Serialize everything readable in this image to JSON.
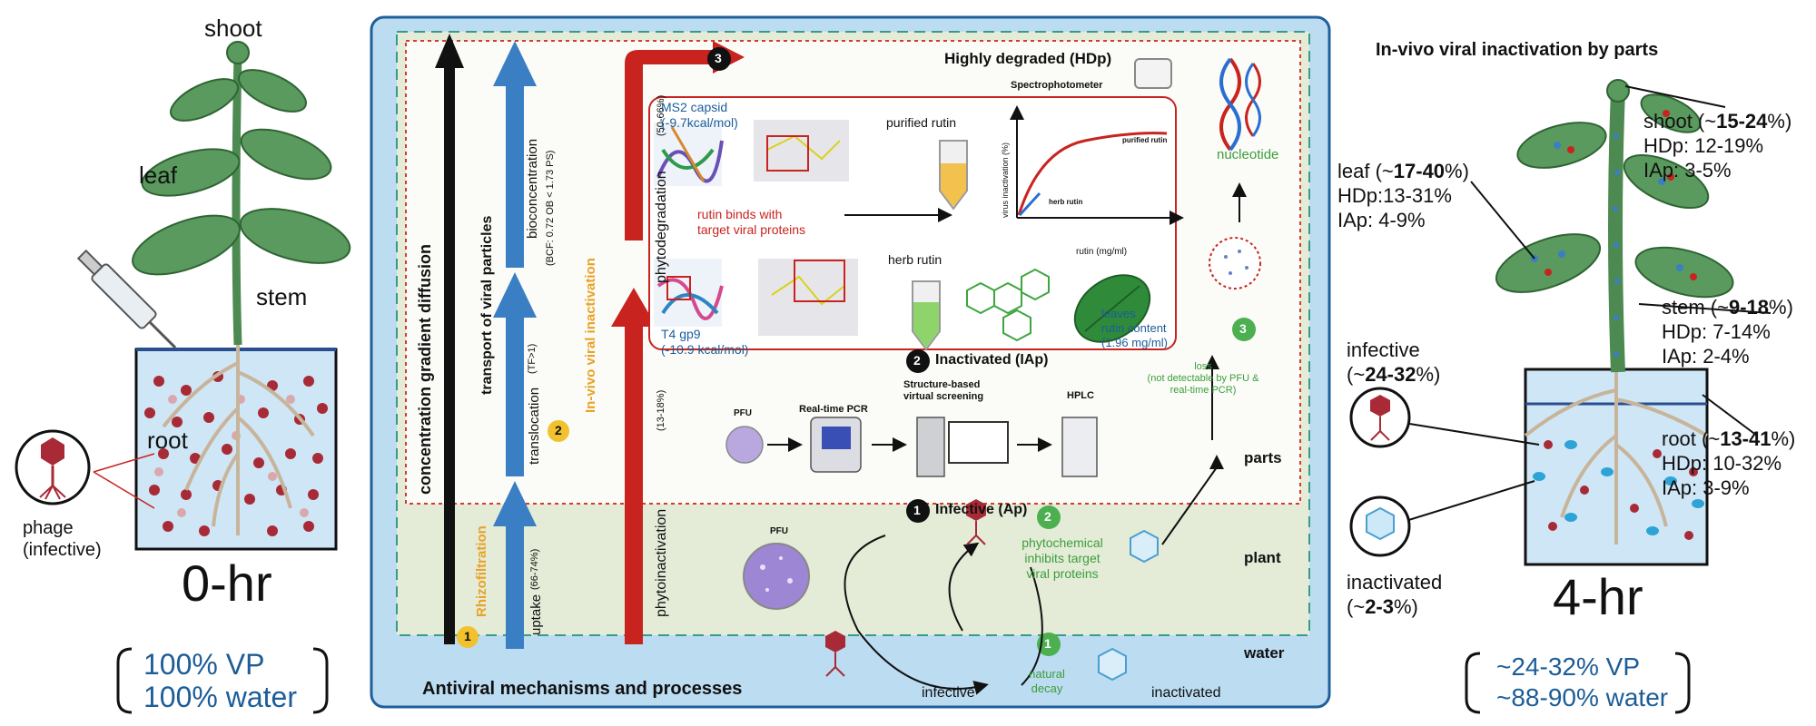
{
  "left_panel": {
    "labels": {
      "shoot": "shoot",
      "leaf": "leaf",
      "stem": "stem",
      "root": "root"
    },
    "phage_label": [
      "phage",
      "(infective)"
    ],
    "time": "0-hr",
    "vp_line1": "100% VP",
    "vp_line2": "100% water"
  },
  "center": {
    "title": "Antiviral mechanisms and processes",
    "zones": {
      "parts": "parts",
      "plant": "plant",
      "water": "water"
    },
    "arrows": {
      "concentration": "concentration gradient diffusion",
      "transport": "transport of viral particles",
      "bioconcentration": "bioconcentration",
      "bcf": "(BCF: 0.72 OB < 1.73 PS)",
      "translocation": "translocation",
      "tf": "(TF>1)",
      "uptake": "uptake",
      "uptake_pct": "(66-74%)",
      "rhizofiltration": "Rhizofiltration",
      "in_vivo": "In-vivo viral inactivation",
      "phytodegradation": "phytodegradation",
      "phytodeg_pct": "(50-66%)",
      "phytoinactivation": "phytoinactivation",
      "phytoinact_pct": "(13-18%)"
    },
    "badges": {
      "b1": "1",
      "b2": "2",
      "b3": "3"
    },
    "hdp": {
      "num": "3",
      "label": "Highly degraded (HDp)"
    },
    "iap": {
      "num": "2",
      "label": "Inactivated (IAp)"
    },
    "ap": {
      "num": "1",
      "label": "Infective (Ap)"
    },
    "spectrophotometer": "Spectrophotometer",
    "ms2_line1": "MS2 capsid",
    "ms2_line2": "(-9.7kcal/mol)",
    "t4_line1": "T4 gp9",
    "t4_line2": "(-10.9 kcal/mol)",
    "rutin_binds_line1": "rutin binds with",
    "rutin_binds_line2": "target viral proteins",
    "purified_rutin": "purified rutin",
    "herb_rutin": "herb rutin",
    "leaves_line1": "leaves",
    "leaves_line2": "rutin content",
    "leaves_line3": "(1.96 mg/ml)",
    "graph": {
      "ylabel": "virus inactivation (%)",
      "xlabel": "rutin (mg/ml)",
      "curve1": "purified rutin",
      "curve2": "herb rutin"
    },
    "nucleotide": "nucleotide",
    "loss_num": "3",
    "loss_line1": "loss",
    "loss_line2": "(not detectable by PFU &",
    "loss_line3": "real-time PCR)",
    "methods": {
      "pfu": "PFU",
      "pcr": "Real-time PCR",
      "svs_line1": "Structure-based",
      "svs_line2": "virtual screening",
      "hplc": "HPLC"
    },
    "pfu2": "PFU",
    "phytochem_num": "2",
    "phytochem_line1": "phytochemical",
    "phytochem_line2": "inhibits target",
    "phytochem_line3": "viral proteins",
    "decay_num": "1",
    "decay_line1": "natural",
    "decay_line2": "decay",
    "infective": "infective",
    "inactivated": "inactivated"
  },
  "right_panel": {
    "title": "In-vivo viral inactivation by parts",
    "shoot": {
      "name": "shoot (~",
      "pct": "15-24",
      "close": "%)",
      "hdp": "HDp: 12-19%",
      "iap": "IAp: 3-5%"
    },
    "leaf": {
      "name": "leaf (~",
      "pct": "17-40",
      "close": "%)",
      "hdp": "HDp:13-31%",
      "iap": "IAp: 4-9%"
    },
    "stem": {
      "name": "stem (~",
      "pct": "9-18",
      "close": "%)",
      "hdp": "HDp: 7-14%",
      "iap": "IAp: 2-4%"
    },
    "root": {
      "name": "root (~",
      "pct": "13-41",
      "close": "%)",
      "hdp": "HDp: 10-32%",
      "iap": "IAp: 3-9%"
    },
    "infective": {
      "name": "infective",
      "open": "(~",
      "pct": "24-32",
      "close": "%)"
    },
    "inactivated": {
      "name": "inactivated",
      "open": "(~",
      "pct": "2-3",
      "close": "%)"
    },
    "time": "4-hr",
    "vp_line1": "~24-32% VP",
    "vp_line2": "~88-90% water"
  },
  "colors": {
    "water_blue": "#bcdcf2",
    "frame_blue": "#1f5f9b",
    "plant_green": "#e4ecd7",
    "arrow_blue": "#3a7fc4",
    "arrow_red": "#c8231f",
    "phage_red": "#b02a3c",
    "leaf_green": "#5a9a5e"
  }
}
